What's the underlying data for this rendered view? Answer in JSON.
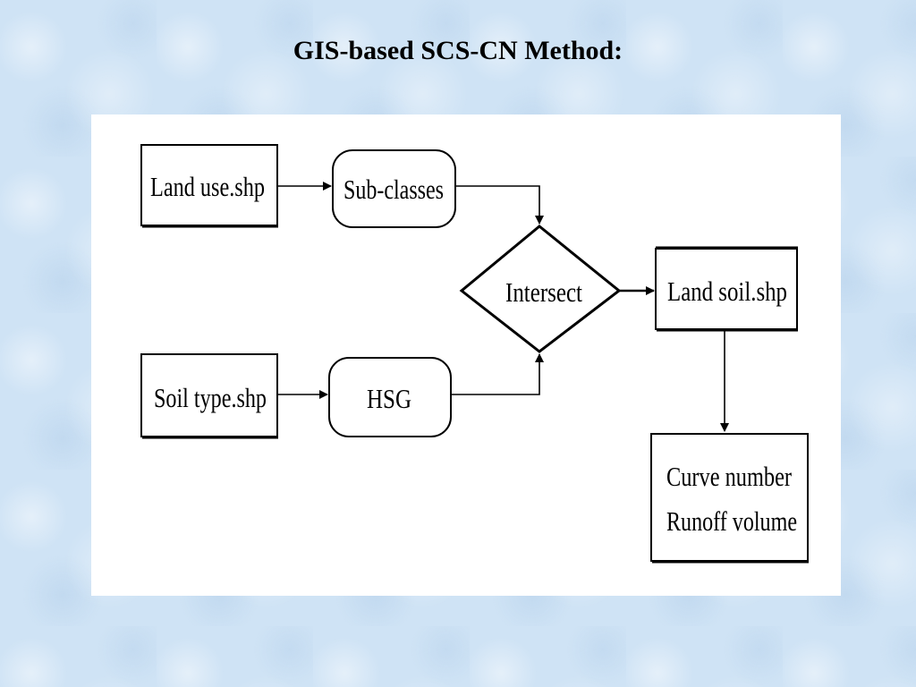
{
  "title": "GIS-based SCS-CN Method:",
  "diagram": {
    "nodes": {
      "land_use": "Land use.shp",
      "sub_classes": "Sub-classes",
      "intersect": "Intersect",
      "land_soil": "Land  soil.shp",
      "soil_type": "Soil type.shp",
      "hsg": "HSG",
      "output_line1": "Curve number",
      "output_line2": "Runoff volume"
    },
    "edges": [
      {
        "from": "Land use.shp",
        "to": "Sub-classes"
      },
      {
        "from": "Sub-classes",
        "to": "Intersect"
      },
      {
        "from": "Soil type.shp",
        "to": "HSG"
      },
      {
        "from": "HSG",
        "to": "Intersect"
      },
      {
        "from": "Intersect",
        "to": "Land  soil.shp"
      },
      {
        "from": "Land  soil.shp",
        "to": "Curve number Runoff volume"
      }
    ]
  }
}
